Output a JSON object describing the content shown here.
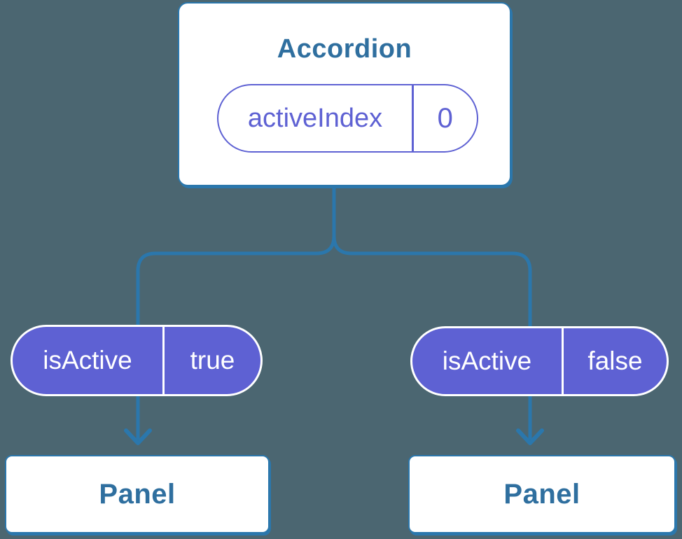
{
  "colors": {
    "background": "#4B6671",
    "connector_blue": "#2B77AC",
    "component_text_blue": "#2F6F9F",
    "pill_purple": "#5E61D3",
    "pill_text_white": "#FFFFFF",
    "box_fill": "#FFFFFF"
  },
  "tree": {
    "root_component": {
      "title": "Accordion",
      "state_pill": {
        "label": "activeIndex",
        "value": "0"
      }
    },
    "branches": [
      {
        "prop_pill": {
          "label": "isActive",
          "value": "true"
        },
        "child_component": {
          "title": "Panel"
        }
      },
      {
        "prop_pill": {
          "label": "isActive",
          "value": "false"
        },
        "child_component": {
          "title": "Panel"
        }
      }
    ]
  }
}
